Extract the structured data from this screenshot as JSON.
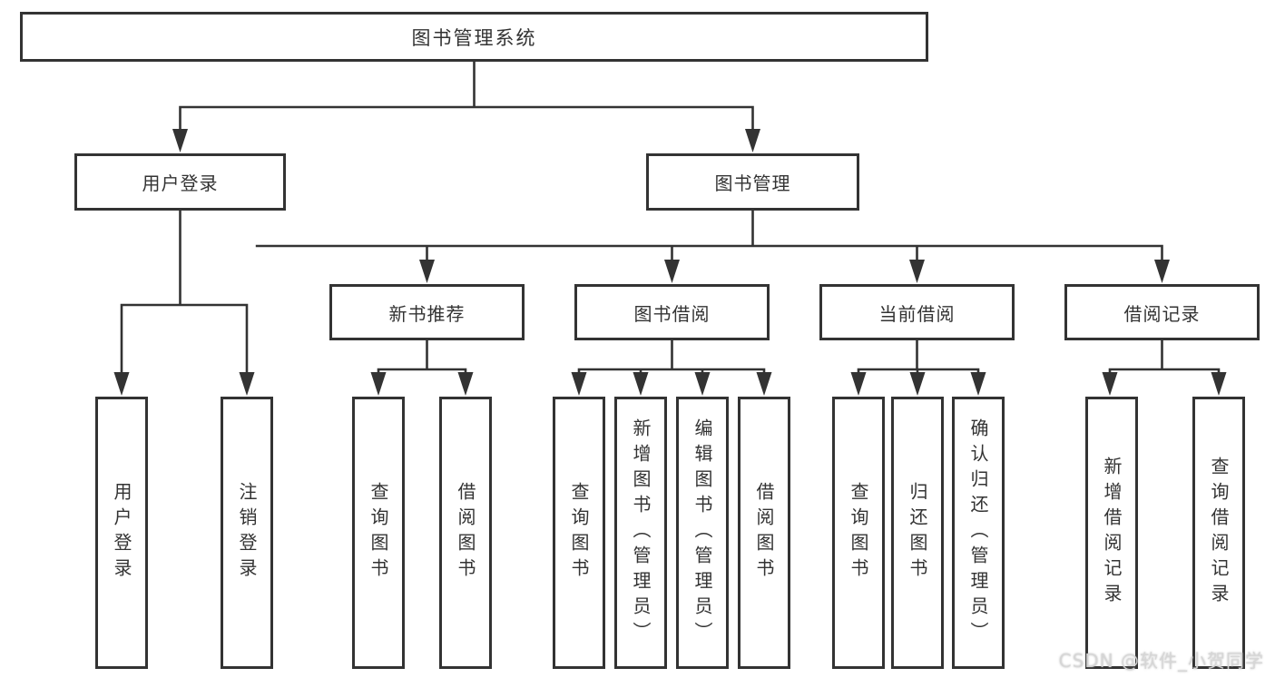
{
  "diagram": {
    "root": {
      "label": "图书管理系统"
    },
    "level2": [
      {
        "label": "用户登录"
      },
      {
        "label": "图书管理"
      }
    ],
    "level3": [
      {
        "label": "新书推荐"
      },
      {
        "label": "图书借阅"
      },
      {
        "label": "当前借阅"
      },
      {
        "label": "借阅记录"
      }
    ],
    "leaves": {
      "user": [
        "用户登录",
        "注销登录"
      ],
      "new_books": [
        "查询图书",
        "借阅图书"
      ],
      "book_borrow": [
        "查询图书",
        "新增图书（管理员）",
        "编辑图书（管理员）",
        "借阅图书"
      ],
      "current_borrow": [
        "查询图书",
        "归还图书",
        "确认归还（管理员）"
      ],
      "borrow_records": [
        "新增借阅记录",
        "查询借阅记录"
      ]
    }
  },
  "watermark": "CSDN @软件_小贺同学",
  "colors": {
    "line": "#333333",
    "text": "#333333",
    "background": "#ffffff",
    "watermark": "#d6d6d6"
  }
}
